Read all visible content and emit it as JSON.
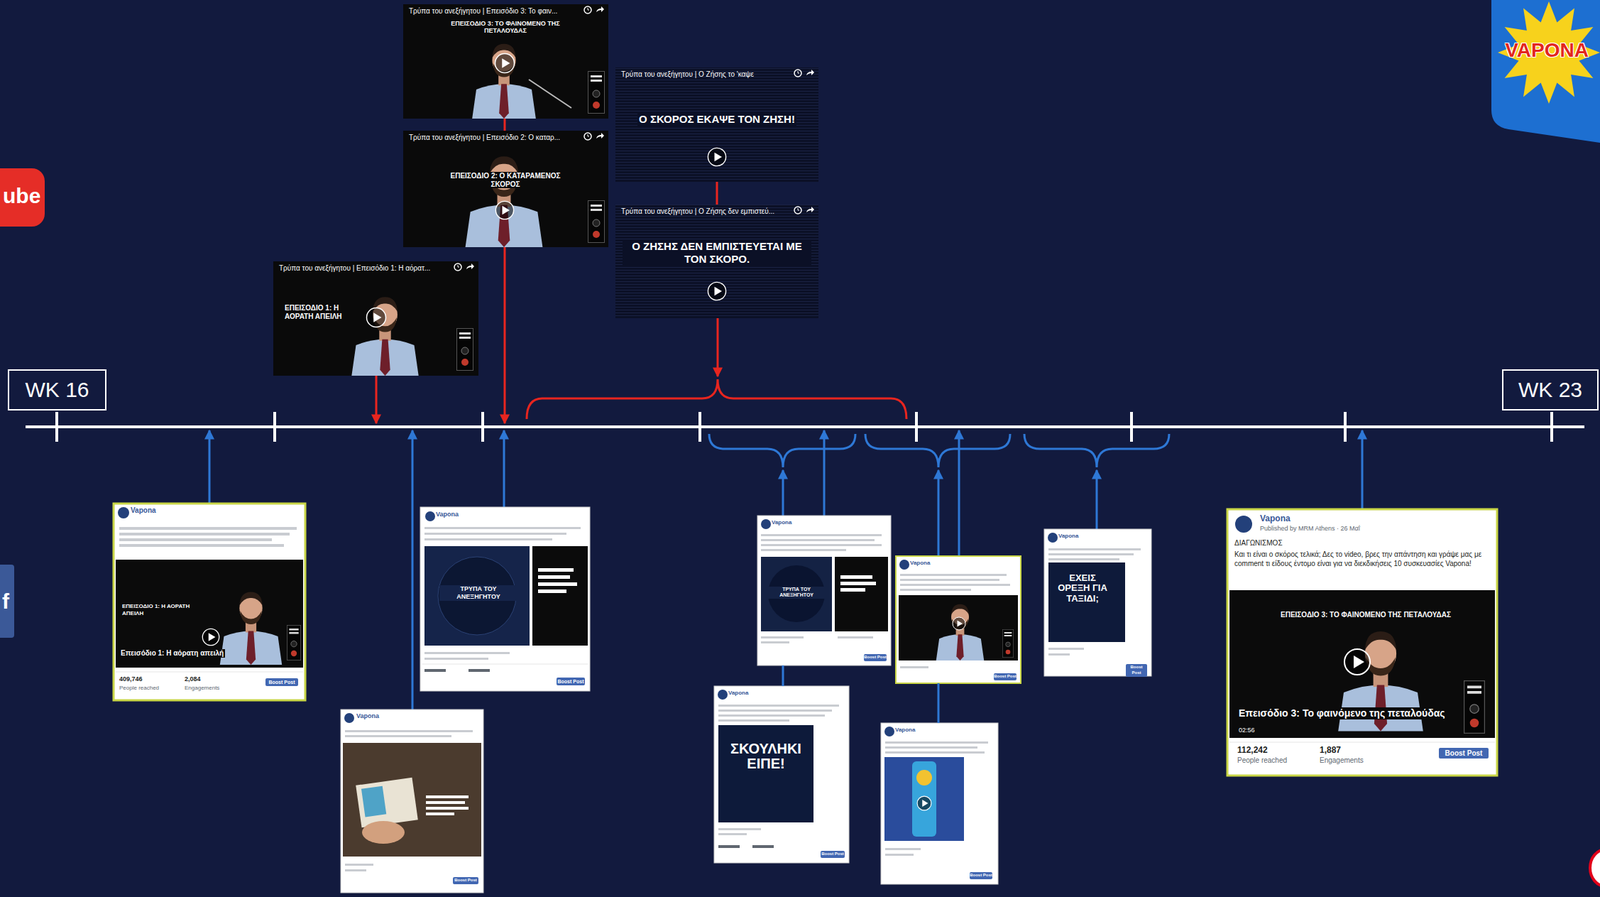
{
  "diagram": {
    "nodes": [
      {
        "text": [
          "WK 16"
        ]
      },
      {
        "text": [
          "WK 23"
        ]
      },
      {
        "text": [
          "Τρύπα του ανεξήγητου | Επεισόδιο 3: Το φαιν...",
          "ΕΠΕΙΣΟΔΙΟ 3: ΤΟ ΦΑΙΝΟΜΕΝΟ ΤΗΣ ΠΕΤΑΛΟΥΔΑΣ"
        ]
      },
      {
        "text": [
          "Τρύπα του ανεξήγητου | Επεισόδιο 2: Ο καταρ...",
          "ΕΠΕΙΣΟΔΙΟ 2: Ο ΚΑΤΑΡΑΜΕΝΟΣ ΣΚΟΡΟΣ"
        ]
      },
      {
        "text": [
          "Τρύπα του ανεξήγητου | Επεισόδιο 1: Η αόρατ...",
          "ΕΠΕΙΣΟΔΙΟ 1: Η ΑΟΡΑΤΗ ΑΠΕΙΛΗ"
        ]
      },
      {
        "text": [
          "Τρύπα του ανεξήγητου | Ο Ζήσης το 'καψε",
          "Ο ΣΚΟΡΟΣ ΕΚΑΨΕ ΤΟΝ ΖΗΣΗ!"
        ]
      },
      {
        "text": [
          "Τρύπα του ανεξήγητου | Ο Ζήσης δεν εμπιστεύ...",
          "Ο ΖΗΣΗΣ ΔΕΝ ΕΜΠΙΣΤΕΥΕΤΑΙ ΜΕ ΤΟΝ ΣΚΟΡΟ."
        ]
      },
      {
        "text": [
          "Vapona",
          "ΕΠΕΙΣΟΔΙΟ 1: Η ΑΟΡΑΤΗ ΑΠΕΙΛΗ",
          "Επεισόδιο 1: Η αόρατη απειλή",
          "409,746",
          "People reached",
          "2,084",
          "Engagements",
          "Boost Post"
        ]
      },
      {
        "text": [
          "Vapona",
          "Boost Post"
        ]
      },
      {
        "text": [
          "Vapona",
          "ΤΡΥΠΑ ΤΟΥ ΑΝΕΞΗΓΗΤΟΥ",
          "Boost Post"
        ]
      },
      {
        "text": [
          "Vapona",
          "ΤΡΥΠΑ ΤΟΥ ΑΝΕΞΗΓΗΤΟΥ",
          "Boost Post"
        ]
      },
      {
        "text": [
          "Vapona",
          "ΣΚΟΥΛΗΚΙ ΕΙΠΕ!",
          "Boost Post"
        ]
      },
      {
        "text": [
          "Vapona",
          "Boost Post"
        ]
      },
      {
        "text": [
          "Vapona",
          "Boost Post"
        ]
      },
      {
        "text": [
          "Vapona",
          "ΕΧΕΙΣ ΟΡΕΞΗ ΓΙΑ ΤΑΞΙΔΙ;",
          "Boost Post"
        ]
      },
      {
        "text": [
          "Vapona",
          "Published by MRM Athens · 26 Μαΐ",
          "ΔΙΑΓΩΝΙΣΜΟΣ",
          "Και τι είναι ο σκόρος τελικά; Δες το video, βρες την απάντηση και γράψε μας με comment τι είδους έντομο είναι για να διεκδικήσεις 10 συσκευασίες Vapona!",
          "ΕΠΕΙΣΟΔΙΟ 3: ΤΟ ΦΑΙΝΟΜΕΝΟ ΤΗΣ ΠΕΤΑΛΟΥΔΑΣ",
          "Επεισόδιο 3: Το φαινόμενο της πεταλούδας",
          "02:56",
          "112,242",
          "People reached",
          "1,887",
          "Engagements",
          "Boost Post"
        ]
      }
    ],
    "edges": [
      {
        "from": 2,
        "to": 3,
        "arrow": "none"
      },
      {
        "from": 5,
        "to": 6,
        "arrow": "none"
      },
      {
        "from": 11,
        "to": 10,
        "arrow": "none"
      },
      {
        "from": 13,
        "to": 12,
        "arrow": "none"
      }
    ],
    "labels": [
      "VAPONA",
      "ube",
      "f"
    ]
  }
}
